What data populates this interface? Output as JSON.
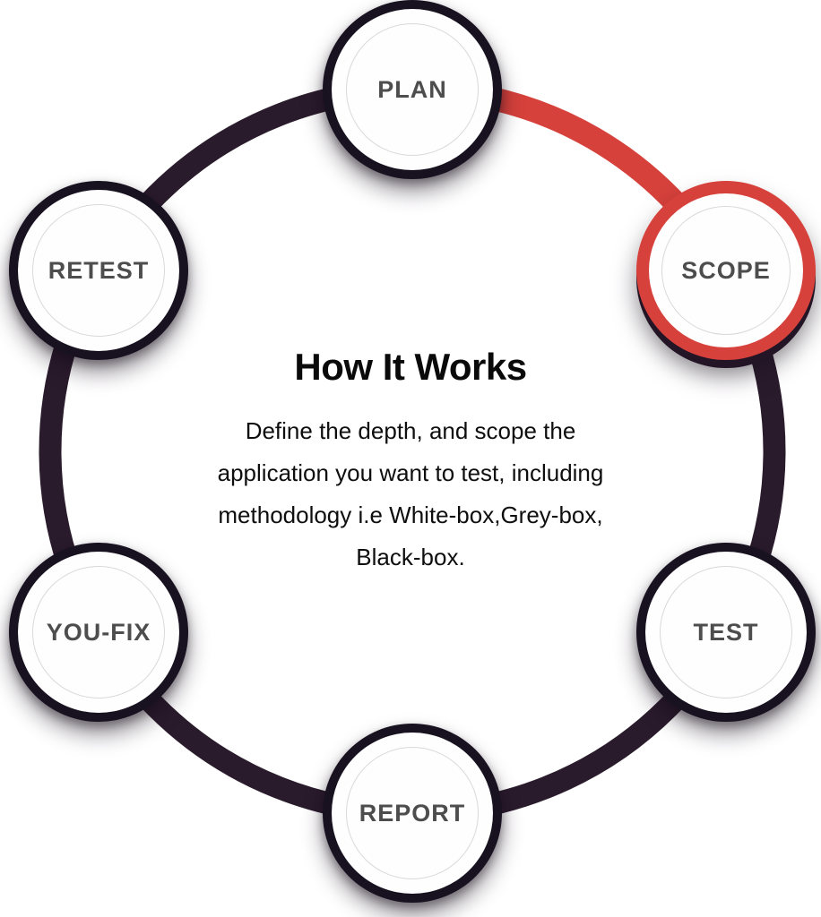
{
  "center": {
    "title": "How It Works",
    "description_lines": [
      "Define the depth, and scope the",
      "application you want to test, including",
      "methodology i.e White-box,Grey-box,",
      "Black-box."
    ]
  },
  "steps": [
    {
      "label": "PLAN",
      "active": false
    },
    {
      "label": "SCOPE",
      "active": true
    },
    {
      "label": "TEST",
      "active": false
    },
    {
      "label": "REPORT",
      "active": false
    },
    {
      "label": "YOU-FIX",
      "active": false
    },
    {
      "label": "RETEST",
      "active": false
    }
  ],
  "active_step": "SCOPE",
  "colors": {
    "ring_dark": "#2a1b2c",
    "accent_red": "#d6413b",
    "node_ring_dark": "#181120",
    "label_gray": "#4d4d4d",
    "inner_circle_gray": "#d9d9d9",
    "text_black": "#0a0a0a"
  }
}
